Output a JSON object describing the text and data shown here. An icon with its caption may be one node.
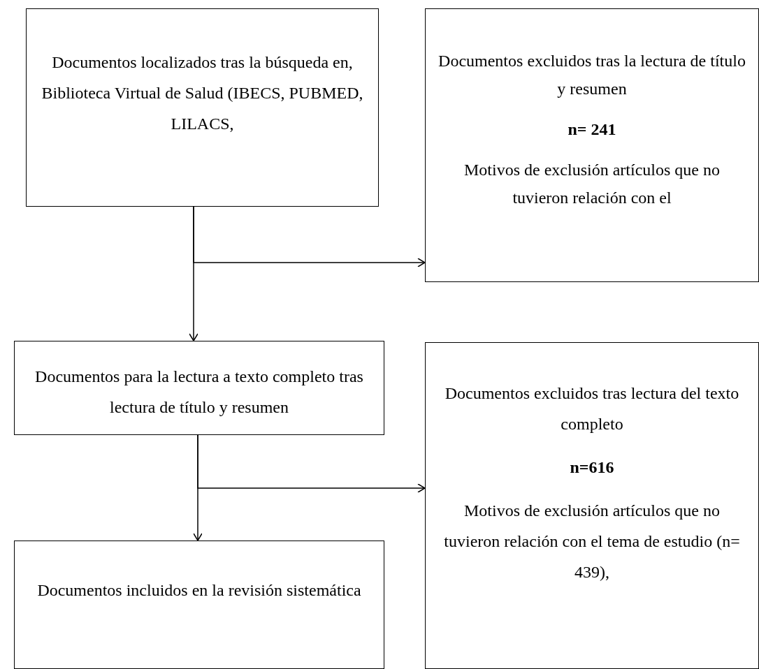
{
  "diagram": {
    "nodes": [
      {
        "text": [
          "Documentos localizados tras la búsqueda en, Biblioteca Virtual de Salud (IBECS, PUBMED, LILACS,"
        ]
      },
      {
        "text": [
          "Documentos excluidos tras la lectura de título y resumen",
          "n= 241",
          "Motivos de exclusión artículos que no tuvieron relación con el"
        ]
      },
      {
        "text": [
          "Documentos para la lectura a texto completo tras lectura de título y resumen"
        ]
      },
      {
        "text": [
          "Documentos excluidos tras lectura del texto completo",
          "n=616",
          "Motivos de exclusión artículos que no tuvieron relación con el tema de estudio (n= 439),"
        ]
      },
      {
        "text": [
          "Documentos incluidos en la revisión sistemática"
        ]
      }
    ],
    "edges": [
      {
        "from": 0,
        "to": 2,
        "arrow": "to"
      },
      {
        "from": 0,
        "to": 1,
        "arrow": "to"
      },
      {
        "from": 2,
        "to": 4,
        "arrow": "to"
      },
      {
        "from": 2,
        "to": 3,
        "arrow": "to"
      }
    ]
  }
}
